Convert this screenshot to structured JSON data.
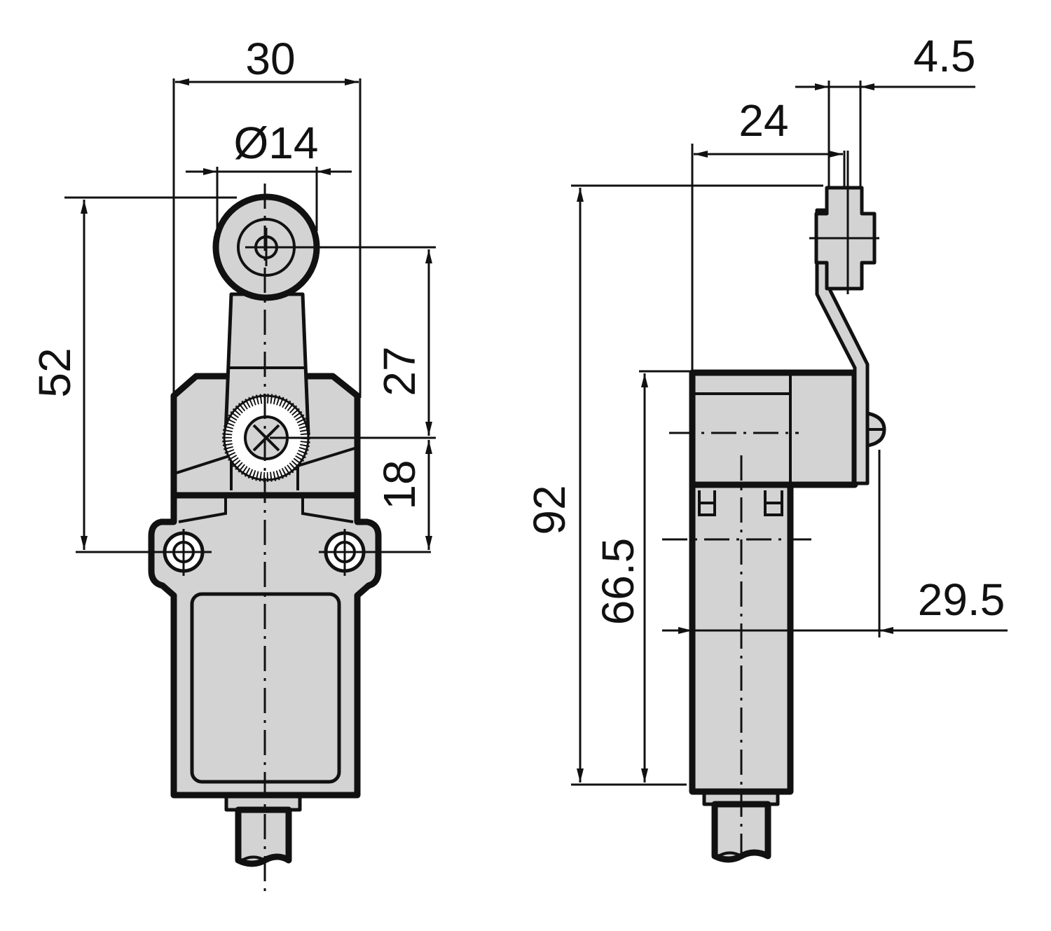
{
  "colors": {
    "body_fill": "#d3d3d3",
    "line": "#111111",
    "background": "#ffffff"
  },
  "front_view": {
    "dim_width": "30",
    "dim_roller_diameter": "Ø14",
    "dim_height_to_roller_top": "52",
    "dim_roller_to_pivot": "27",
    "dim_pivot_to_mount": "18"
  },
  "side_view": {
    "dim_offset": "24",
    "dim_roller_thickness": "4.5",
    "dim_total_height": "92",
    "dim_body_height": "66.5",
    "dim_mount_offset": "29.5"
  }
}
